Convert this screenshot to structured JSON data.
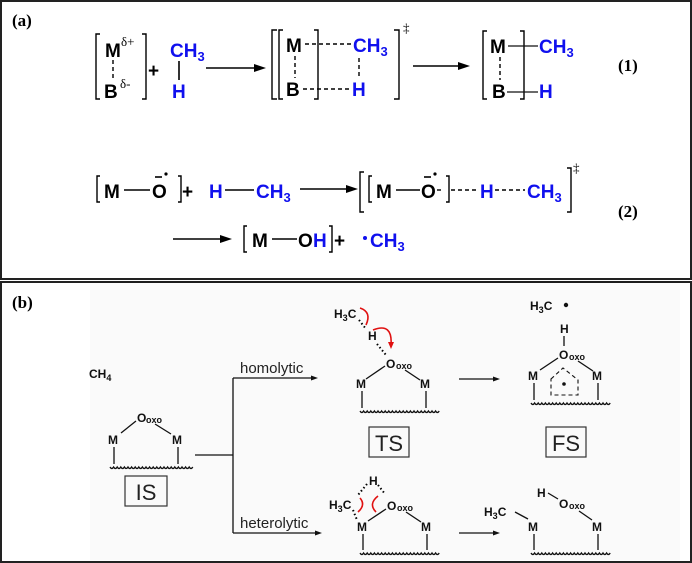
{
  "panel_a": {
    "label": "(a)",
    "eq1": {
      "number": "(1)",
      "reactant_metal": "M",
      "reactant_metal_charge": "δ+",
      "reactant_base": "B",
      "reactant_base_charge": "δ-",
      "plus": "+",
      "methane_top": "CH",
      "methane_top_sub": "3",
      "methane_bottom": "H",
      "ts_metal": "M",
      "ts_base": "B",
      "ts_methyl": "CH",
      "ts_methyl_sub": "3",
      "ts_h": "H",
      "ts_mark": "‡",
      "product_metal": "M",
      "product_base": "B",
      "product_methyl": "CH",
      "product_methyl_sub": "3",
      "product_h": "H"
    },
    "eq2": {
      "number": "(2)",
      "reactant_metal": "M",
      "reactant_oxygen": "O",
      "reactant_oxygen_mark": "–•",
      "plus": "+",
      "methane_h": "H",
      "methane_c": "CH",
      "methane_c_sub": "3",
      "ts_metal": "M",
      "ts_oxygen": "O",
      "ts_h": "H",
      "ts_methyl": "CH",
      "ts_methyl_sub": "3",
      "ts_mark": "‡",
      "product_metal": "M",
      "product_o": "O",
      "product_h": "H",
      "product_plus": "+",
      "radical_dot": "•",
      "radical_methyl": "CH",
      "radical_methyl_sub": "3"
    }
  },
  "panel_b": {
    "label": "(b)",
    "methane": "CH",
    "methane_sub": "4",
    "metal": "M",
    "oxygen": "O",
    "oxo_sub": "oxo",
    "hydrogen": "H",
    "methyl_h": "H",
    "methyl_sub": "3",
    "methyl_c": "C",
    "radical_dot": "•",
    "homolytic_label": "homolytic",
    "heterolytic_label": "heterolytic",
    "state_labels": {
      "initial": "IS",
      "transition": "TS",
      "final": "FS"
    },
    "colors": {
      "electron_arrow": "#e01010"
    }
  },
  "colors": {
    "highlight_blue": "#1010ee",
    "text_black": "#000000"
  }
}
